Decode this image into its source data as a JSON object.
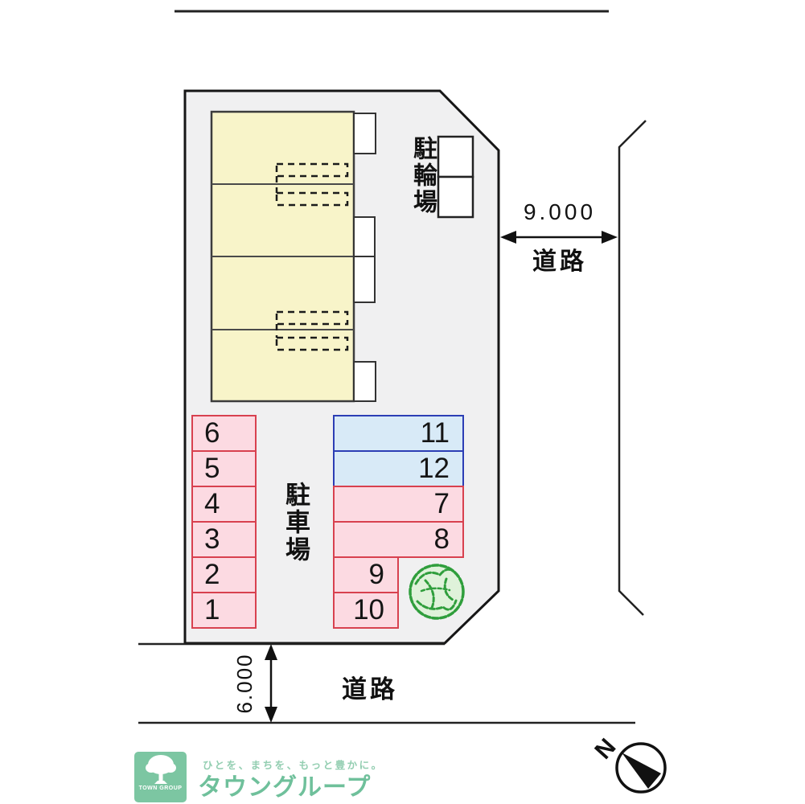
{
  "plan": {
    "bicycle_parking_label": "駐輪場",
    "parking_area_label": "駐車場",
    "dimensions": {
      "right_road": {
        "value": "9.000",
        "label": "道路"
      },
      "bottom_road": {
        "value": "6.000",
        "label": "道路"
      }
    },
    "compass": {
      "north_label": "N"
    }
  },
  "parking_spots": {
    "left": [
      "6",
      "5",
      "4",
      "3",
      "2",
      "1"
    ],
    "right": [
      "11",
      "12",
      "7",
      "8",
      "9",
      "10"
    ]
  },
  "colors": {
    "site_fill": "#f0f0f1",
    "building_fill": "#f8f4c9",
    "spot_pink_fill": "#fcdae2",
    "spot_pink_border": "#d8414f",
    "spot_blue_fill": "#d8eaf7",
    "spot_blue_border": "#2c3eb5",
    "tree_green": "#2f9e3c",
    "logo_green": "#7cc6a2"
  },
  "footer_logo": {
    "mark_text": "TOWN GROUP",
    "tagline": "ひとを、まちを、もっと豊かに。",
    "brand": "タウングループ"
  }
}
